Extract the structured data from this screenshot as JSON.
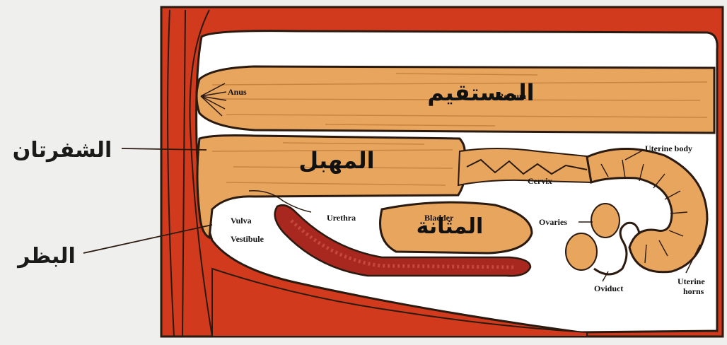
{
  "figure": {
    "colors": {
      "background": "#efefed",
      "tissue_red": "#d23a1e",
      "cavity_white": "#ffffff",
      "organ_tan": "#e8a55e",
      "organ_tan_dark": "#c98440",
      "urethra_red": "#a8271e",
      "outline": "#2a1a10"
    },
    "arabic_labels": {
      "rectum": "المستقيم",
      "vagina": "المهبل",
      "bladder": "المثانة",
      "labia": "الشفرتان",
      "clitoris": "البظر"
    },
    "english_labels": {
      "anus": "Anus",
      "rectum": "Rectum",
      "uterine_body": "Uterine body",
      "cervix": "Cervix",
      "urethra": "Urethra",
      "bladder": "Bladder",
      "vulva": "Vulva",
      "vestibule": "Vestibule",
      "ovaries": "Ovaries",
      "oviduct": "Oviduct",
      "uterine_horns_line1": "Uterine",
      "uterine_horns_line2": "horns"
    }
  }
}
